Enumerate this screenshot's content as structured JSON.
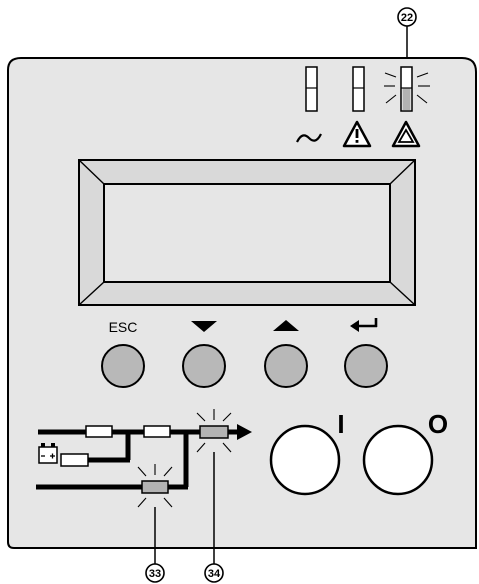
{
  "callouts": {
    "alarm_led": "22",
    "battery_led": "33",
    "output_led": "34"
  },
  "buttons": {
    "esc_label": "ESC",
    "on_label": "I",
    "off_label": "O"
  },
  "icons": {
    "ac_input": "sine-wave-icon",
    "warning": "warning-triangle-icon",
    "alarm": "alarm-triangle-icon",
    "down": "arrow-down-icon",
    "up": "arrow-up-icon",
    "enter": "enter-icon",
    "battery": "battery-icon"
  },
  "colors": {
    "panel": "#e6e6e6",
    "led_lit": "#b3b3b3",
    "button_fill": "#b8b8b8",
    "outline": "#000000"
  }
}
